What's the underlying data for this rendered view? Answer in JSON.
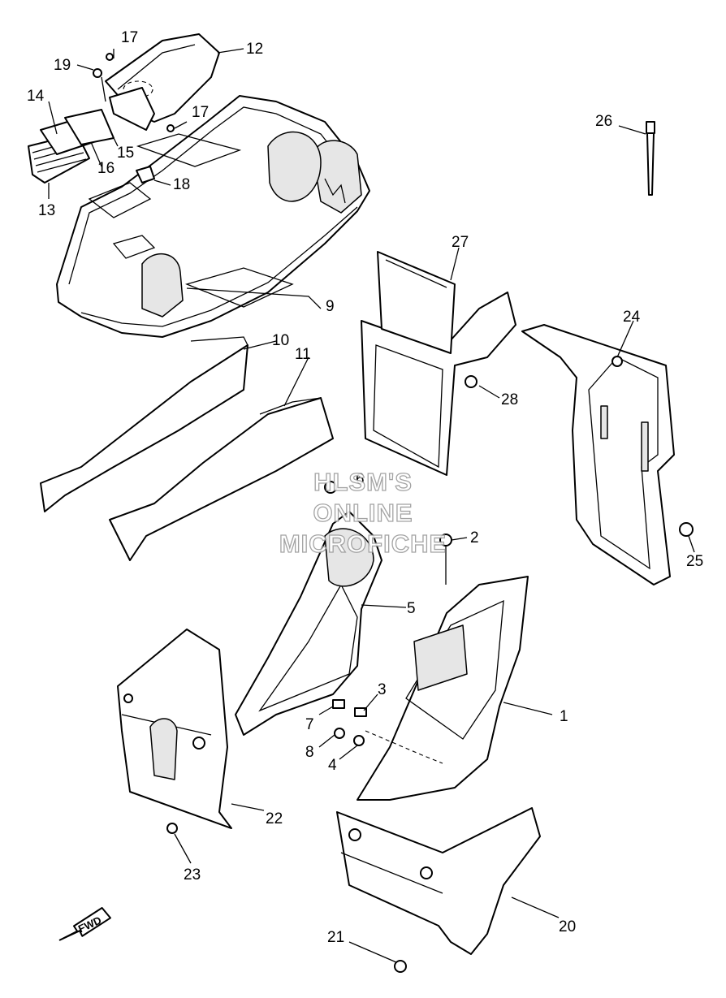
{
  "watermark": {
    "line1": "HLSM'S",
    "line2": "ONLINE",
    "line3": "MICROFICHE"
  },
  "direction_arrow": {
    "label": "FWD"
  },
  "callouts": [
    {
      "id": "p1",
      "label": "1"
    },
    {
      "id": "p2",
      "label": "2"
    },
    {
      "id": "p3",
      "label": "3"
    },
    {
      "id": "p4",
      "label": "4"
    },
    {
      "id": "p5",
      "label": "5"
    },
    {
      "id": "p6",
      "label": "6"
    },
    {
      "id": "p7",
      "label": "7"
    },
    {
      "id": "p8",
      "label": "8"
    },
    {
      "id": "p9",
      "label": "9"
    },
    {
      "id": "p10",
      "label": "10"
    },
    {
      "id": "p11",
      "label": "11"
    },
    {
      "id": "p12",
      "label": "12"
    },
    {
      "id": "p13",
      "label": "13"
    },
    {
      "id": "p14",
      "label": "14"
    },
    {
      "id": "p15",
      "label": "15"
    },
    {
      "id": "p16",
      "label": "16"
    },
    {
      "id": "p17a",
      "label": "17"
    },
    {
      "id": "p17b",
      "label": "17"
    },
    {
      "id": "p18",
      "label": "18"
    },
    {
      "id": "p19",
      "label": "19"
    },
    {
      "id": "p20",
      "label": "20"
    },
    {
      "id": "p21",
      "label": "21"
    },
    {
      "id": "p22",
      "label": "22"
    },
    {
      "id": "p23",
      "label": "23"
    },
    {
      "id": "p24",
      "label": "24"
    },
    {
      "id": "p25",
      "label": "25"
    },
    {
      "id": "p26",
      "label": "26"
    },
    {
      "id": "p27",
      "label": "27"
    },
    {
      "id": "p28",
      "label": "28"
    }
  ]
}
